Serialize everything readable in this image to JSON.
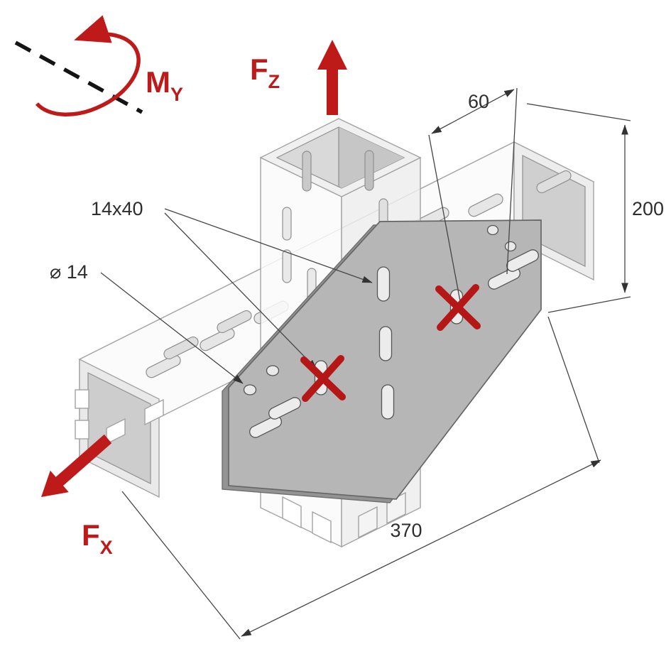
{
  "figure": {
    "kind": "isometric technical diagram of a bolted tube-to-post gusset plate connection with load arrows",
    "colors": {
      "accent_red": "#bf1a1a",
      "dim_line": "#454545",
      "dim_text": "#2e2e2e",
      "steel_light": "#fafafa",
      "steel_mid": "#ededed",
      "plate_gray": "#b6b6b6",
      "plate_shadow": "#939393"
    },
    "forces": {
      "fz": {
        "main": "F",
        "sub": "Z"
      },
      "fx": {
        "main": "F",
        "sub": "X"
      },
      "my": {
        "main": "M",
        "sub": "Y"
      }
    },
    "dimensions": {
      "d60": "60",
      "d200": "200",
      "d370": "370",
      "slot_size": "14x40",
      "hole_dia": "⌀ 14"
    }
  }
}
